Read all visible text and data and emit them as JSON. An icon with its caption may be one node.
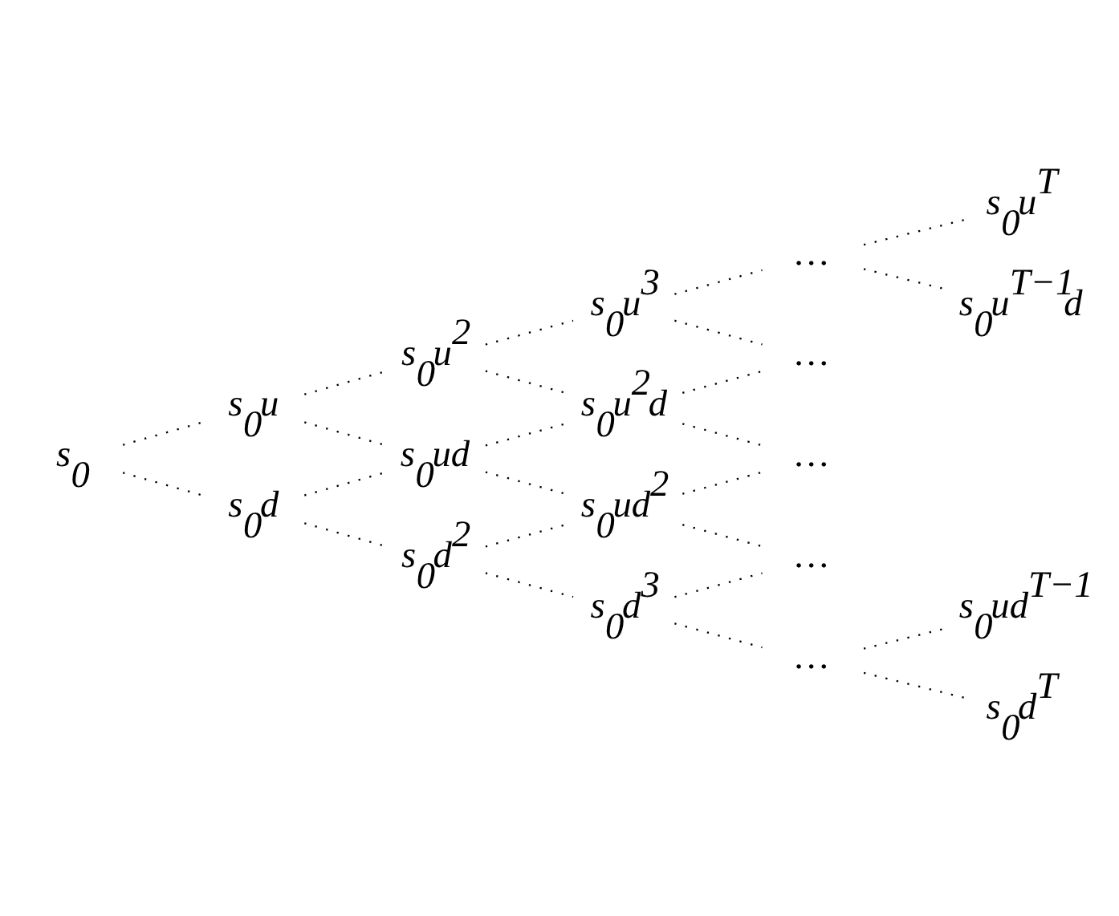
{
  "diagram": {
    "nodes": [
      {
        "text": [
          "s$_{0}$"
        ]
      },
      {
        "text": [
          "s$_{0}$u"
        ]
      },
      {
        "text": [
          "s$_{0}$d"
        ]
      },
      {
        "text": [
          "s$_{0}$u$^{2}$"
        ]
      },
      {
        "text": [
          "s$_{0}$ud"
        ]
      },
      {
        "text": [
          "s$_{0}$d$^{2}$"
        ]
      },
      {
        "text": [
          "s$_{0}$u$^{3}$"
        ]
      },
      {
        "text": [
          "s$_{0}$u$^{2}$d"
        ]
      },
      {
        "text": [
          "s$_{0}$ud$^{2}$"
        ]
      },
      {
        "text": [
          "s$_{0}$d$^{3}$"
        ]
      },
      {
        "text": [
          "…"
        ]
      },
      {
        "text": [
          "…"
        ]
      },
      {
        "text": [
          "…"
        ]
      },
      {
        "text": [
          "…"
        ]
      },
      {
        "text": [
          "…"
        ]
      },
      {
        "text": [
          "s$_{0}$u$^{T}$"
        ]
      },
      {
        "text": [
          "s$_{0}$u$^{T−1}$d"
        ]
      },
      {
        "text": [
          "s$_{0}$ud$^{T−1}$"
        ]
      },
      {
        "text": [
          "s$_{0}$d$^{T}$"
        ]
      }
    ],
    "edges": [
      {
        "from": 0,
        "to": 1,
        "arrow": "none",
        "style": "dashed"
      },
      {
        "from": 0,
        "to": 2,
        "arrow": "none",
        "style": "dashed"
      },
      {
        "from": 1,
        "to": 3,
        "arrow": "none",
        "style": "dashed"
      },
      {
        "from": 1,
        "to": 4,
        "arrow": "none",
        "style": "dashed"
      },
      {
        "from": 2,
        "to": 4,
        "arrow": "none",
        "style": "dashed"
      },
      {
        "from": 2,
        "to": 5,
        "arrow": "none",
        "style": "dashed"
      },
      {
        "from": 3,
        "to": 6,
        "arrow": "none",
        "style": "dashed"
      },
      {
        "from": 3,
        "to": 7,
        "arrow": "none",
        "style": "dashed"
      },
      {
        "from": 4,
        "to": 7,
        "arrow": "none",
        "style": "dashed"
      },
      {
        "from": 4,
        "to": 8,
        "arrow": "none",
        "style": "dashed"
      },
      {
        "from": 5,
        "to": 8,
        "arrow": "none",
        "style": "dashed"
      },
      {
        "from": 5,
        "to": 9,
        "arrow": "none",
        "style": "dashed"
      },
      {
        "from": 6,
        "to": 10,
        "arrow": "none",
        "style": "dashed"
      },
      {
        "from": 6,
        "to": 11,
        "arrow": "none",
        "style": "dashed"
      },
      {
        "from": 7,
        "to": 11,
        "arrow": "none",
        "style": "dashed"
      },
      {
        "from": 7,
        "to": 12,
        "arrow": "none",
        "style": "dashed"
      },
      {
        "from": 8,
        "to": 12,
        "arrow": "none",
        "style": "dashed"
      },
      {
        "from": 8,
        "to": 13,
        "arrow": "none",
        "style": "dashed"
      },
      {
        "from": 9,
        "to": 13,
        "arrow": "none",
        "style": "dashed"
      },
      {
        "from": 9,
        "to": 14,
        "arrow": "none",
        "style": "dashed"
      },
      {
        "from": 10,
        "to": 15,
        "arrow": "none",
        "style": "dashed"
      },
      {
        "from": 10,
        "to": 16,
        "arrow": "none",
        "style": "dashed"
      },
      {
        "from": 14,
        "to": 17,
        "arrow": "none",
        "style": "dashed"
      },
      {
        "from": 14,
        "to": 18,
        "arrow": "none",
        "style": "dashed"
      }
    ]
  }
}
